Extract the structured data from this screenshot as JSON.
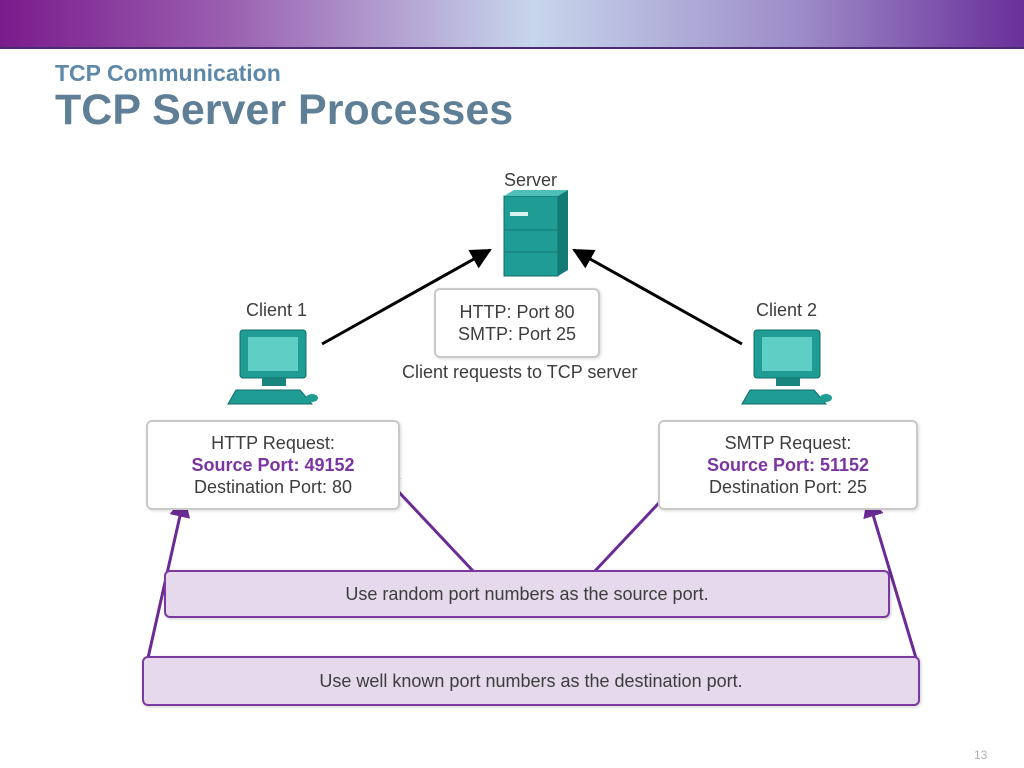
{
  "header": {
    "subtitle": "TCP Communication",
    "title": "TCP Server Processes"
  },
  "diagram": {
    "server_label": "Server",
    "client1_label": "Client 1",
    "client2_label": "Client 2",
    "server_ports": [
      "HTTP: Port 80",
      "SMTP: Port 25"
    ],
    "caption": "Client requests to TCP server",
    "http_request": {
      "line1": "HTTP Request:",
      "line2": "Source Port: 49152",
      "line3": "Destination Port: 80"
    },
    "smtp_request": {
      "line1": "SMTP Request:",
      "line2": "Source Port: 51152",
      "line3": "Destination Port: 25"
    },
    "note_source": "Use random port numbers as the source port.",
    "note_destination": "Use well known port numbers as the destination port."
  },
  "footer": {
    "slide_number": "13"
  },
  "colors": {
    "accent_purple": "#7a35a3",
    "title_blue": "#5e7f96",
    "device_teal": "#1d9a93"
  },
  "icons": [
    "server-icon",
    "computer-icon"
  ]
}
